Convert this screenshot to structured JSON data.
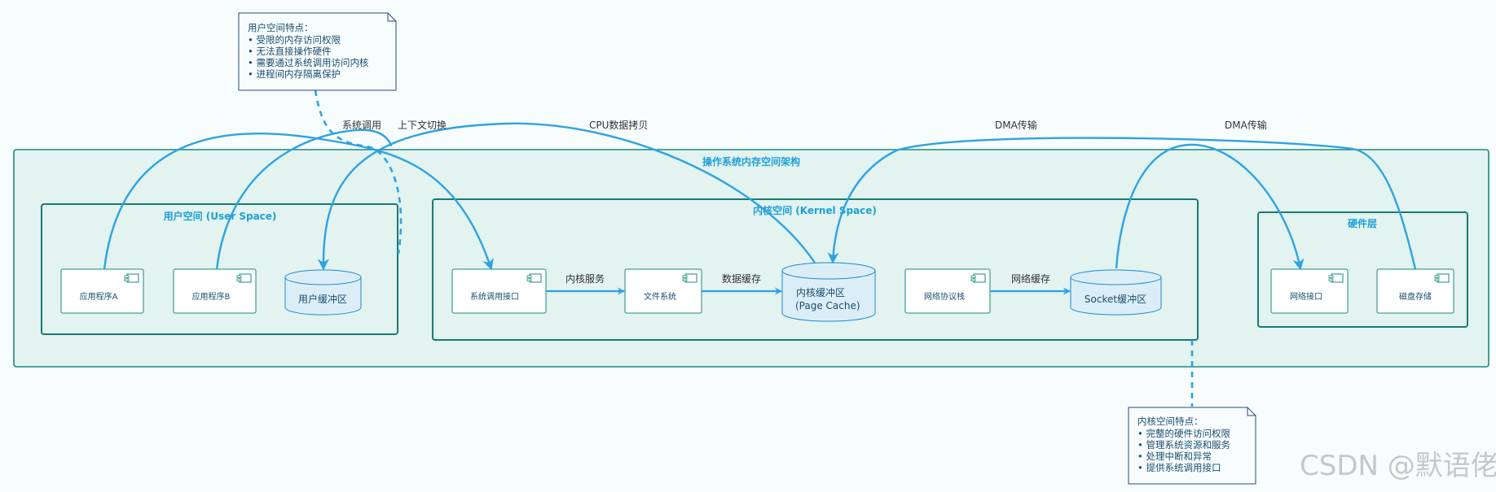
{
  "containers": {
    "os": {
      "title": "操作系统内存空间架构"
    },
    "user": {
      "title": "用户空间 (User Space)"
    },
    "kernel": {
      "title": "内核空间 (Kernel Space)"
    },
    "hardware": {
      "title": "硬件层"
    }
  },
  "components": {
    "app_a": "应用程序A",
    "app_b": "应用程序B",
    "syscall_if": "系统调用接口",
    "filesystem": "文件系统",
    "net_stack": "网络协议栈",
    "nic": "网络接口",
    "disk": "磁盘存储"
  },
  "databases": {
    "user_buffer": "用户缓冲区",
    "page_cache_line1": "内核缓冲区",
    "page_cache_line2": "(Page Cache)",
    "socket_buffer": "Socket缓冲区"
  },
  "edges": {
    "syscall": "系统调用",
    "context_switch": "上下文切换",
    "cpu_copy": "CPU数据拷贝",
    "dma1": "DMA传输",
    "dma2": "DMA传输",
    "kernel_service": "内核服务",
    "data_cache": "数据缓存",
    "net_cache": "网络缓存"
  },
  "notes": {
    "user": {
      "title": "用户空间特点：",
      "items": [
        "• 受限的内存访问权限",
        "• 无法直接操作硬件",
        "• 需要通过系统调用访问内核",
        "• 进程间内存隔离保护"
      ]
    },
    "kernel": {
      "title": "内核空间特点：",
      "items": [
        "• 完整的硬件访问权限",
        "• 管理系统资源和服务",
        "• 处理中断和异常",
        "• 提供系统调用接口"
      ]
    }
  },
  "watermark": "CSDN @默语佬",
  "colors": {
    "container_fill": "#e2f3f0",
    "container_stroke": "#1a8a7e",
    "arrow": "#2ea3e2",
    "title": "#1f9fd8"
  }
}
